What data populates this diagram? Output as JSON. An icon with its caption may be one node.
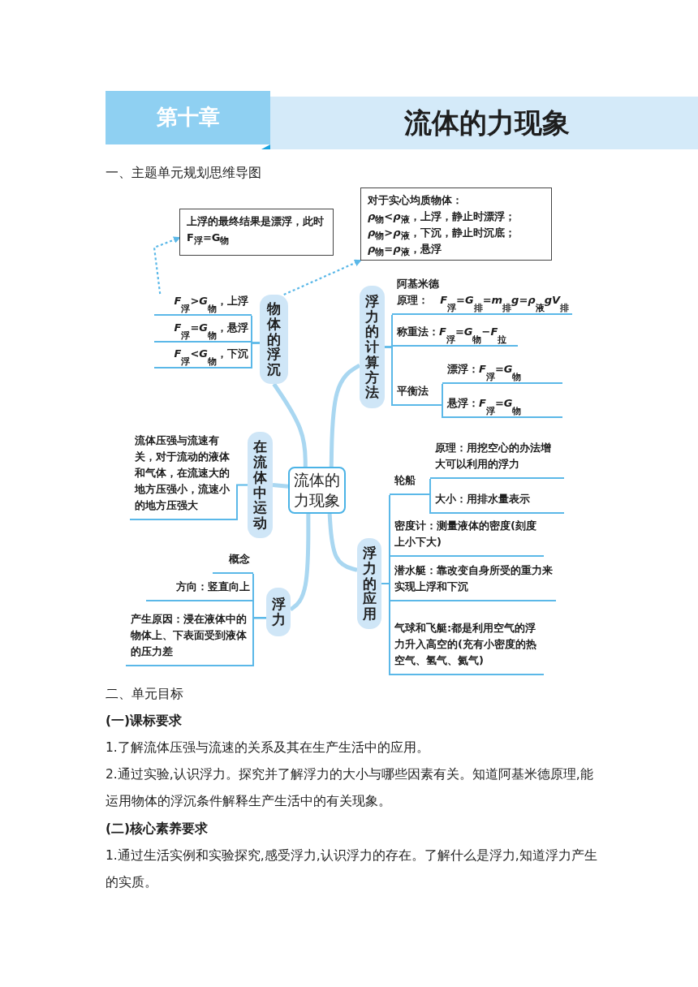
{
  "diagram": {
    "title": "流体的力现象",
    "nodes": [
      {
        "text": [
          "上浮的最终结果是漂浮，此时F$_{浮}$=G$_{物}$"
        ]
      },
      {
        "text": [
          "对于实心均质物体：",
          "*ρ*$_{物}$<*ρ*$_{液}$，上浮，静止时漂浮；",
          "*ρ*$_{物}$>*ρ*$_{液}$，下沉，静止时沉底；",
          "*ρ*$_{物}$=*ρ*$_{液}$，悬浮"
        ]
      },
      {
        "text": [
          "*F*$_{浮}$>*G*$_{物}$，上浮"
        ]
      },
      {
        "text": [
          "*F*$_{浮}$=*G*$_{物}$，悬浮"
        ]
      },
      {
        "text": [
          "*F*$_{浮}$<*G*$_{物}$，下沉"
        ]
      },
      {
        "text": [
          "物体的浮沉"
        ]
      },
      {
        "text": [
          "浮力的计算方法"
        ]
      },
      {
        "text": [
          "阿基米德原理：*F*$_{浮}$=*G*$_{排}$=*m*$_{排}$*g*=*ρ*$_{液}$*gV*$_{排}$"
        ]
      },
      {
        "text": [
          "称重法：*F*$_{浮}$=*G*$_{物}$−*F*$_{拉}$"
        ]
      },
      {
        "text": [
          "平衡法"
        ]
      },
      {
        "text": [
          "漂浮：*F*$_{浮}$=*G*$_{物}$"
        ]
      },
      {
        "text": [
          "悬浮：*F*$_{浮}$=*G*$_{物}$"
        ]
      },
      {
        "text": [
          "流体压强与流速有关，对于流动的液体和气体，在流速大的地方压强小，流速小的地方压强大"
        ]
      },
      {
        "text": [
          "在流体中运动"
        ]
      },
      {
        "text": [
          "流体的力现象"
        ]
      },
      {
        "text": [
          "概念"
        ]
      },
      {
        "text": [
          "方向：竖直向上"
        ]
      },
      {
        "text": [
          "产生原因：浸在液体中的物体上、下表面受到液体的压力差"
        ]
      },
      {
        "text": [
          "浮力"
        ]
      },
      {
        "text": [
          "浮力的应用"
        ]
      },
      {
        "text": [
          "轮船"
        ]
      },
      {
        "text": [
          "原理：用挖空心的办法增大可以利用的浮力"
        ]
      },
      {
        "text": [
          "大小：用排水量表示"
        ]
      },
      {
        "text": [
          "密度计：测量液体的密度(刻度上小下大)"
        ]
      },
      {
        "text": [
          "潜水艇：靠改变自身所受的重力来实现上浮和下沉"
        ]
      },
      {
        "text": [
          "气球和飞艇:都是利用空气的浮力升入高空的(充有小密度的热空气、氢气、氦气)"
        ]
      }
    ],
    "edges": [
      {
        "from": 14,
        "to": 5,
        "arrow": "none",
        "style": "thick",
        "color": "#a9d7f1"
      },
      {
        "from": 14,
        "to": 6,
        "arrow": "none",
        "style": "thick",
        "color": "#a9d7f1"
      },
      {
        "from": 14,
        "to": 13,
        "arrow": "none",
        "style": "thick",
        "color": "#a9d7f1"
      },
      {
        "from": 14,
        "to": 18,
        "arrow": "none",
        "style": "thick",
        "color": "#a9d7f1"
      },
      {
        "from": 14,
        "to": 19,
        "arrow": "none",
        "style": "thick",
        "color": "#a9d7f1"
      },
      {
        "from": 5,
        "to": 2,
        "arrow": "none"
      },
      {
        "from": 5,
        "to": 3,
        "arrow": "none"
      },
      {
        "from": 5,
        "to": 4,
        "arrow": "none"
      },
      {
        "from": 6,
        "to": 7,
        "arrow": "none"
      },
      {
        "from": 6,
        "to": 8,
        "arrow": "none"
      },
      {
        "from": 6,
        "to": 9,
        "arrow": "none"
      },
      {
        "from": 9,
        "to": 10,
        "arrow": "none"
      },
      {
        "from": 9,
        "to": 11,
        "arrow": "none"
      },
      {
        "from": 13,
        "to": 12,
        "arrow": "none"
      },
      {
        "from": 18,
        "to": 15,
        "arrow": "none"
      },
      {
        "from": 18,
        "to": 16,
        "arrow": "none"
      },
      {
        "from": 18,
        "to": 17,
        "arrow": "none"
      },
      {
        "from": 19,
        "to": 20,
        "arrow": "none"
      },
      {
        "from": 19,
        "to": 23,
        "arrow": "none"
      },
      {
        "from": 19,
        "to": 24,
        "arrow": "none"
      },
      {
        "from": 19,
        "to": 25,
        "arrow": "none"
      },
      {
        "from": 20,
        "to": 21,
        "arrow": "none"
      },
      {
        "from": 20,
        "to": 22,
        "arrow": "none"
      },
      {
        "from": 2,
        "to": 0,
        "arrow": "to",
        "style": "dashed"
      },
      {
        "from": 5,
        "to": 1,
        "arrow": "to",
        "style": "dashed"
      }
    ],
    "labels": [
      "第十章",
      "一、主题单元规划思维导图",
      "二、单元目标",
      "(一)课标要求",
      "1.了解流体压强与流速的关系及其在生产生活中的应用。",
      "2.通过实验,认识浮力。探究并了解浮力的大小与哪些因素有关。知道阿基米德原理,能运用物体的浮沉条件解释生产生活中的有关现象。",
      "(二)核心素养要求",
      "1.通过生活实例和实验探究,感受浮力,认识浮力的存在。了解什么是浮力,知道浮力产生的实质。"
    ]
  }
}
